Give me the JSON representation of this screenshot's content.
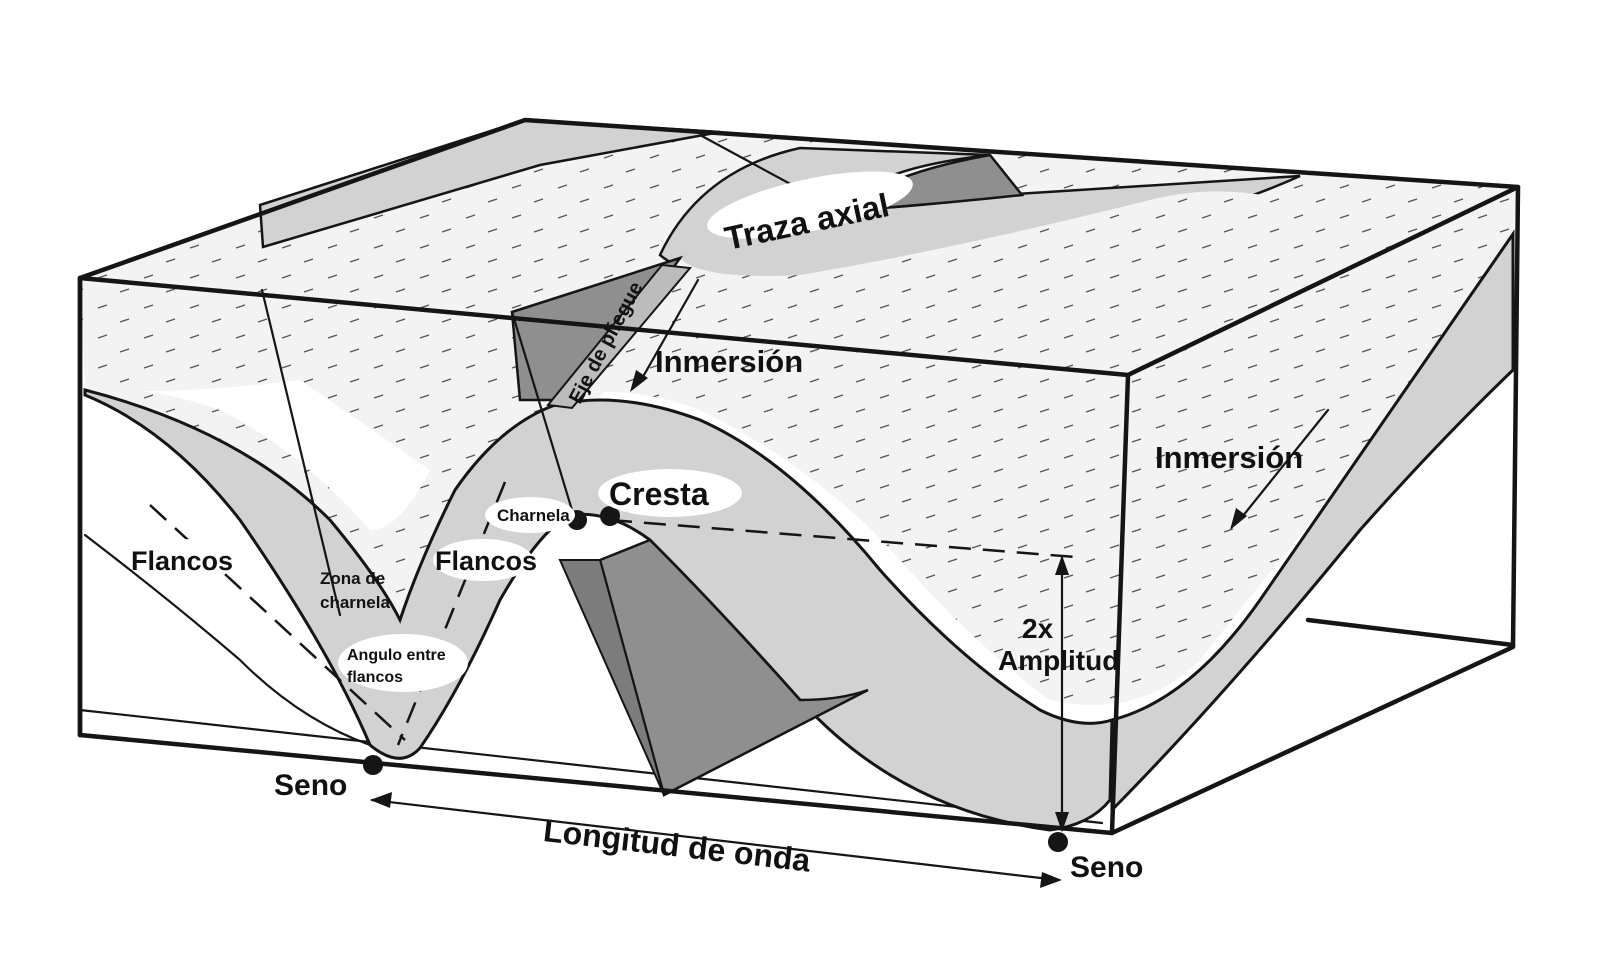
{
  "diagram": {
    "labels": {
      "traza_axial": "Traza axial",
      "eje_de_pliegue": "Eje de pliegue",
      "inmersion_top": "Inmersión",
      "inmersion_right": "Inmersión",
      "cresta": "Cresta",
      "charnela": "Charnela",
      "flancos_left": "Flancos",
      "flancos_center": "Flancos",
      "zona_de_charnela_1": "Zona de",
      "zona_de_charnela_2": "charnela",
      "angulo_1": "Angulo entre",
      "angulo_2": "flancos",
      "amplitud_1": "2x",
      "amplitud_2": "Amplitud",
      "seno_left": "Seno",
      "seno_right": "Seno",
      "longitud_de_onda": "Longitud de onda"
    },
    "colors": {
      "line": "#151515",
      "layer_light": "#d2d2d2",
      "layer_mid": "#bcbcbc",
      "plane_dark": "#8f8f8f",
      "plane_darker": "#7c7c7c",
      "bedding_surface": "#f3f3f3",
      "background": "#ffffff"
    }
  }
}
